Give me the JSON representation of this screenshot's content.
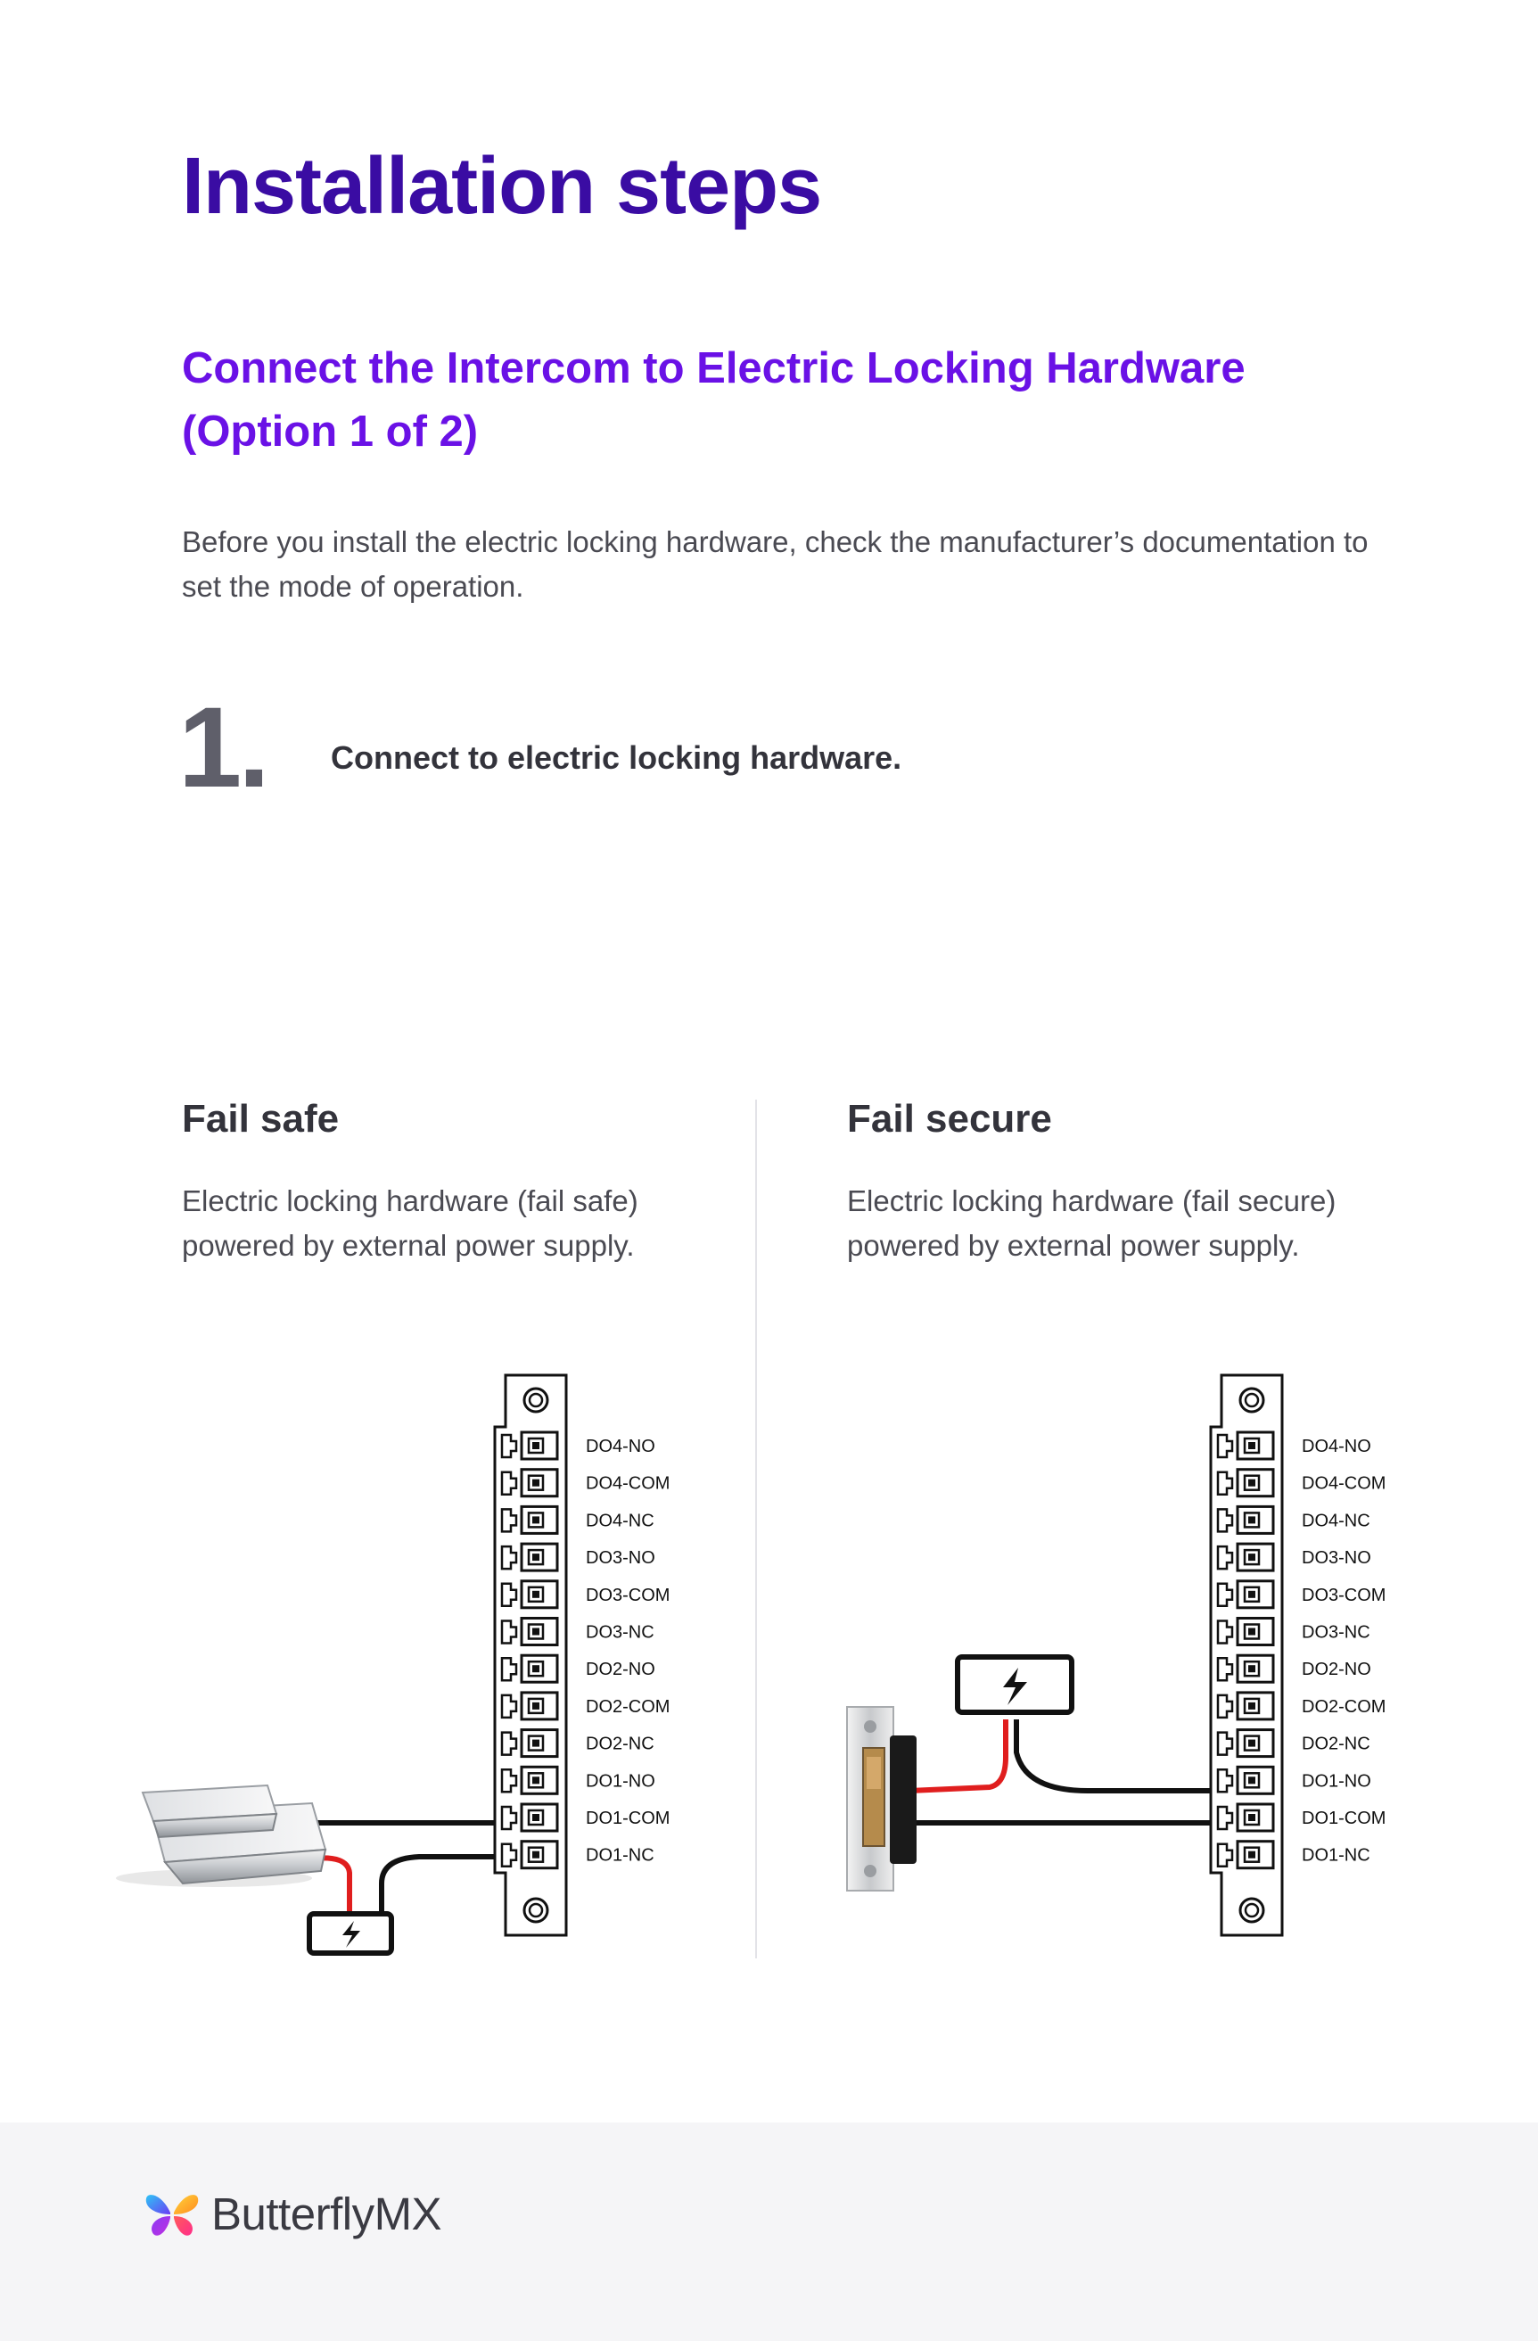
{
  "header": {
    "title": "Installation steps"
  },
  "section": {
    "title": "Connect the Intercom to Electric Locking Hardware (Option 1 of 2)",
    "intro": "Before you install the electric locking hardware, check the manufacturer’s documentation to set the mode of operation."
  },
  "step": {
    "number": "1.",
    "text": "Connect to electric locking hardware."
  },
  "columns": {
    "fail_safe": {
      "title": "Fail safe",
      "description": "Electric locking hardware (fail safe) powered by external power supply."
    },
    "fail_secure": {
      "title": "Fail secure",
      "description": "Electric locking hardware (fail secure) powered by external power supply."
    }
  },
  "terminal_labels": [
    "DO4-NO",
    "DO4-COM",
    "DO4-NC",
    "DO3-NO",
    "DO3-COM",
    "DO3-NC",
    "DO2-NO",
    "DO2-COM",
    "DO2-NC",
    "DO1-NO",
    "DO1-COM",
    "DO1-NC"
  ],
  "colors": {
    "title": "#3a0ca3",
    "subtitle": "#6a11e6",
    "wire_red": "#e01e1e",
    "wire_black": "#111111"
  },
  "footer": {
    "brand": "ButterflyMX"
  }
}
